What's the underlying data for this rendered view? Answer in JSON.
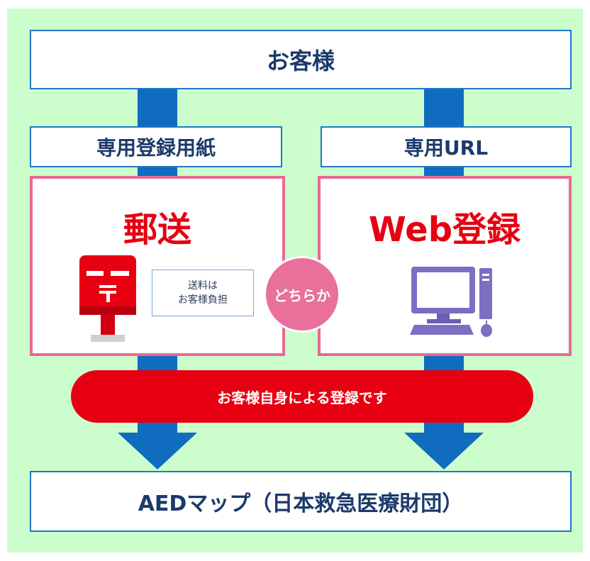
{
  "top_box": "お客様",
  "left": {
    "header": "専用登録用紙",
    "title": "郵送",
    "note": [
      "送料は",
      "お客様負担"
    ],
    "icon": "postbox-icon"
  },
  "right": {
    "header": "専用URL",
    "title": "Web登録",
    "icon": "desktop-computer-icon"
  },
  "either": "どちらか",
  "banner": "お客様自身による登録です",
  "bottom_box": "AEDマップ（日本救急医療財団）",
  "colors": {
    "background": "#ccfdcc",
    "arrow": "#0f6cbf",
    "accent_red": "#e60012",
    "pink": "#e9709a"
  }
}
